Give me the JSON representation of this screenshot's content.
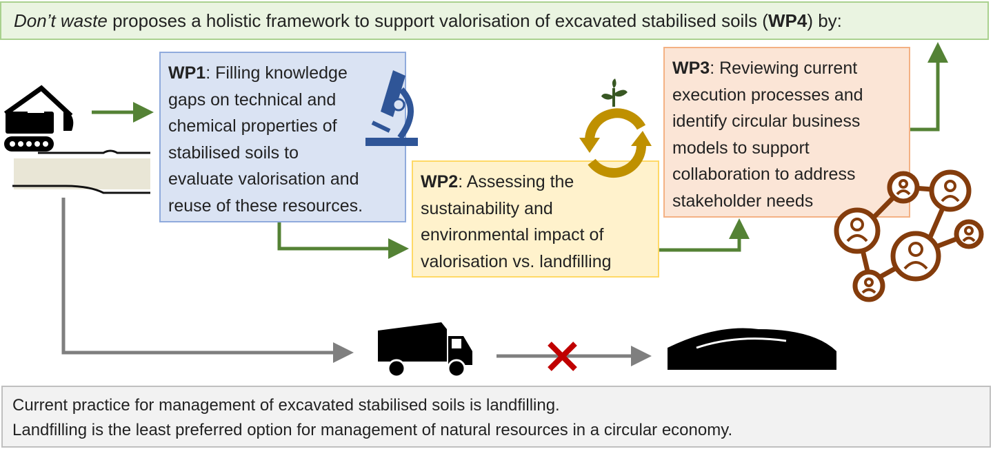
{
  "header": {
    "title_italic": "Don’t waste",
    "title_main": " proposes a holistic framework to support valorisation of excavated stabilised soils (",
    "title_bold": "WP4",
    "title_end": ") by:"
  },
  "wp1": {
    "label": "WP1",
    "lines": [
      ": Filling knowledge",
      "gaps on technical and",
      "chemical properties of",
      "stabilised soils to",
      "evaluate valorisation and",
      "reuse of these resources."
    ]
  },
  "wp2": {
    "label": "WP2",
    "lines": [
      ": Assessing the",
      "sustainability and",
      "environmental impact of",
      "valorisation vs. landfilling"
    ]
  },
  "wp3": {
    "label": "WP3",
    "lines": [
      ": Reviewing current",
      "execution processes and",
      "identify circular business",
      "models to support",
      "collaboration to address",
      "stakeholder needs"
    ]
  },
  "bottom": {
    "lines": [
      "Current practice for management of excavated stabilised soils is landfilling.",
      "Landfilling is the least preferred option for management of natural resources in a circular economy."
    ]
  },
  "colors": {
    "green_arrow": "#548235",
    "grey_arrow": "#7f7f7f",
    "red_x": "#c00000",
    "microscope": "#2f5597",
    "recycle": "#bf9000",
    "network": "#843c0c",
    "plant": "#385723"
  }
}
